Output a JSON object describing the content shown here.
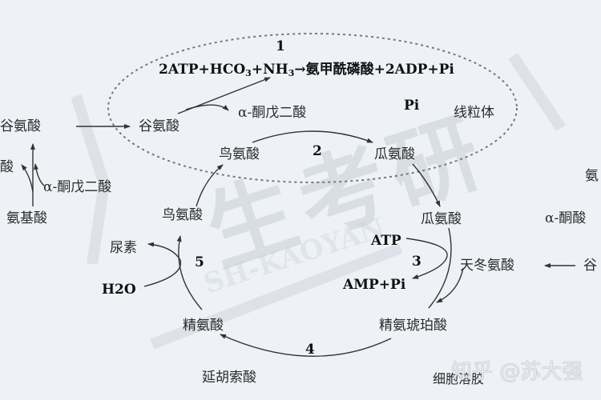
{
  "watermarks": {
    "large": "生考研",
    "small": "SH-KAOYAN",
    "credit": "知乎 @苏大强"
  },
  "reaction_1": {
    "step": "1",
    "left": "2ATP+HCO",
    "sub1": "3",
    "mid": "+NH",
    "sub2": "3",
    "right": "→氨甲酰磷酸+2ADP+Pi"
  },
  "mitochondria": {
    "label": "线粒体",
    "pi": "Pi",
    "glutamate": "谷氨酸",
    "alpha_ketoglutarate": "α-酮戊二酸",
    "ornithine": "鸟氨酸",
    "citrulline": "瓜氨酸",
    "step_2": "2"
  },
  "left_side": {
    "glutamate": "谷氨酸",
    "acid_partial": "酸",
    "alpha_ketoglutarate": "α-酮戊二酸",
    "amino_acid": "氨基酸"
  },
  "cytosol": {
    "citrulline": "瓜氨酸",
    "atp": "ATP",
    "step_3": "3",
    "amp_pi": "AMP+Pi",
    "aspartate": "天冬氨酸",
    "argininosuccinate": "精氨琥珀酸",
    "step_4": "4",
    "arginine": "精氨酸",
    "step_5": "5",
    "urea": "尿素",
    "water": "H2O",
    "ornithine": "鸟氨酸",
    "fumarate": "延胡索酸",
    "cytosol_label": "细胞溶胶"
  },
  "right_side": {
    "amino_partial": "氨",
    "alpha_keto_acid": "α-酮酸",
    "glutamate_partial": "谷"
  }
}
